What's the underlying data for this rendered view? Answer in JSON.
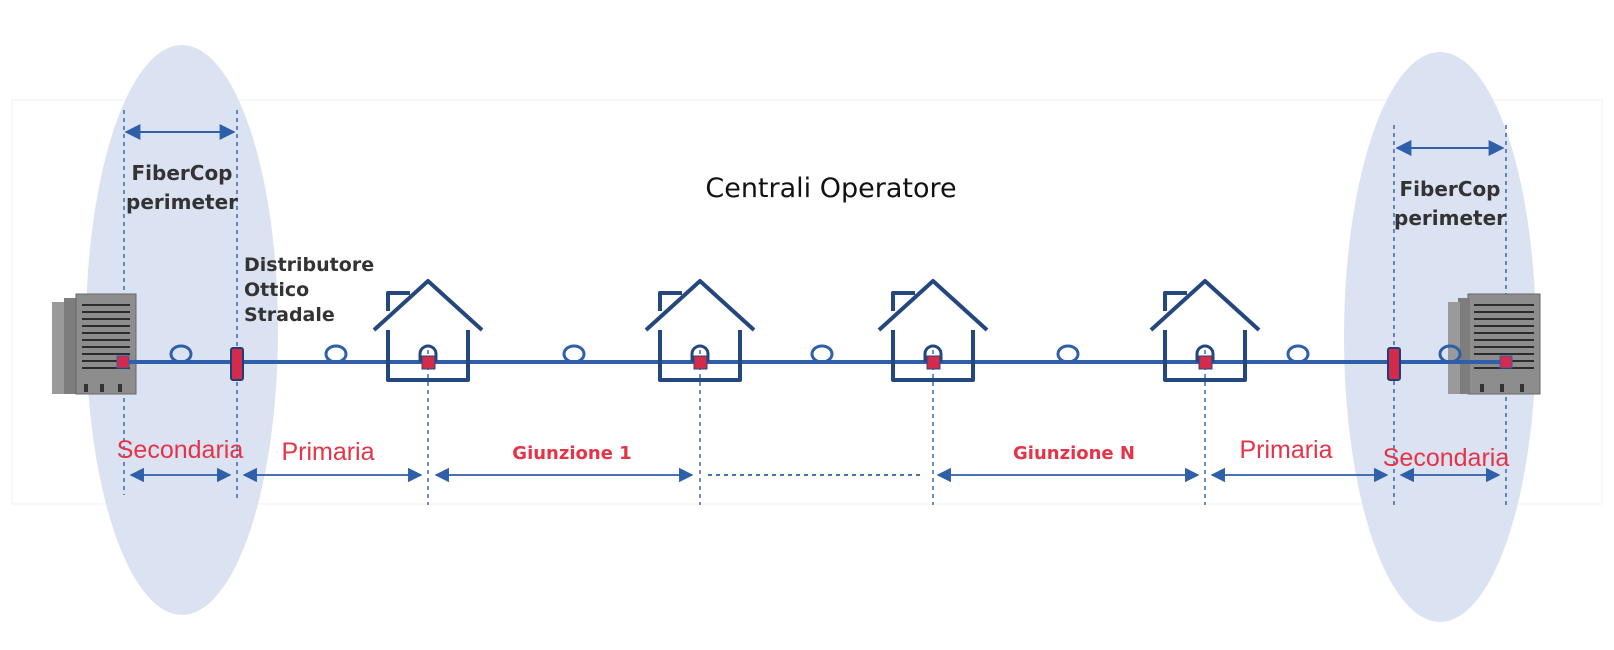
{
  "title": "Centrali Operatore",
  "colors": {
    "fiber": "#2e5fa8",
    "node": "#d42a4c",
    "perimeter_fill": "#dbe3f3",
    "label_red": "#e53347",
    "house": "#25477f"
  },
  "icons": {
    "central_office": "server-rack-icon",
    "building": "house-icon",
    "slack_loop": "fiber-loop-icon",
    "connector": "splice-node-icon"
  },
  "perimeters": [
    {
      "line1": "FiberCop",
      "line2": "perimeter"
    },
    {
      "line1": "FiberCop",
      "line2": "perimeter"
    }
  ],
  "distributor": {
    "line1": "Distributore",
    "line2": "Ottico",
    "line3": "Stradale"
  },
  "segments": {
    "left_secondary": "Secondaria",
    "left_primary": "Primaria",
    "junction_first": "Giunzione 1",
    "junction_last": "Giunzione N",
    "right_primary": "Primaria",
    "right_secondary": "Secondaria"
  }
}
